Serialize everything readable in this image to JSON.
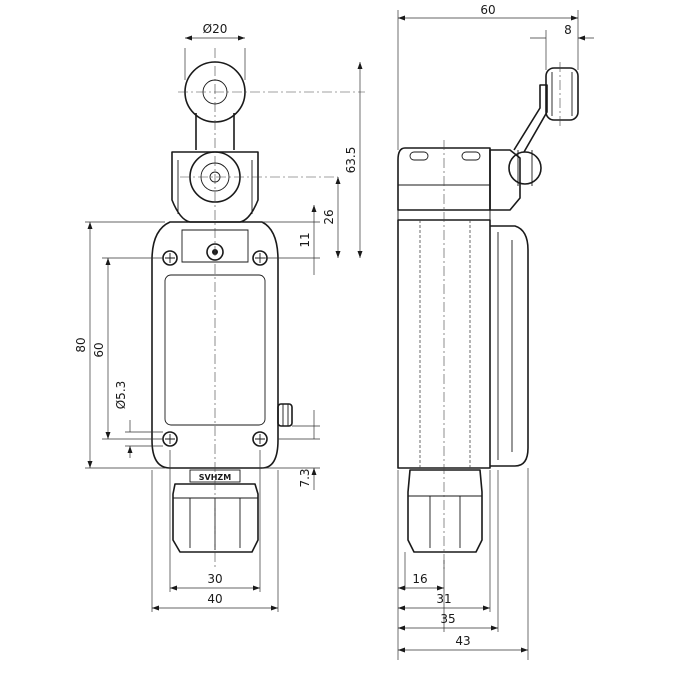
{
  "drawing": {
    "front_view": {
      "roller_diameter": "Ø20",
      "height_to_roller": "63.5",
      "pivot_to_top": "26",
      "top_mount_offset": "11",
      "total_height": "80",
      "hole_spacing": "60",
      "hole_diameter": "Ø5.3",
      "bottom_mount_offset": "7.3",
      "hole_width_spacing": "30",
      "body_width": "40",
      "nameplate_text": "SVHZM"
    },
    "side_view": {
      "overall_length": "60",
      "roller_width": "8",
      "gland_depth": "16",
      "body_depth": "31",
      "depth_with_cover": "35",
      "total_depth": "43"
    }
  }
}
